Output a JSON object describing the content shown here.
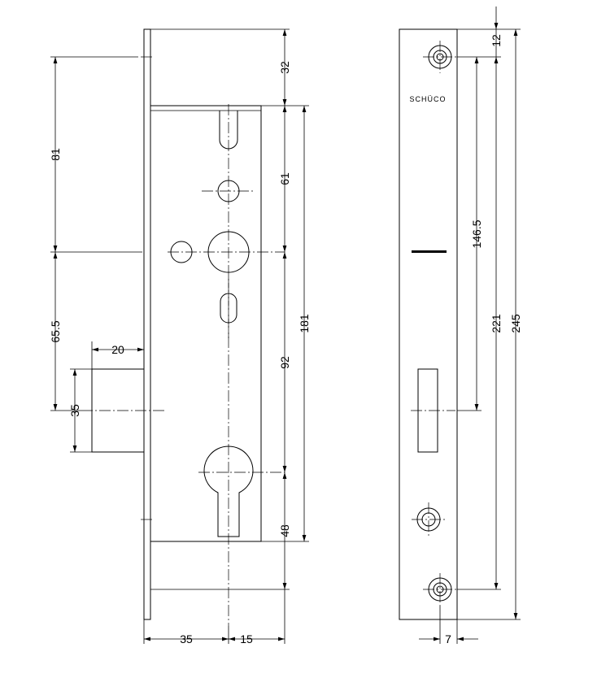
{
  "drawing": {
    "brand_mark": "SCHÜCO",
    "dimensions": {
      "d_32": "32",
      "d_81": "81",
      "d_61": "61",
      "d_181": "181",
      "d_65_5": "65.5",
      "d_20": "20",
      "d_35_vertical": "35",
      "d_92": "92",
      "d_48": "48",
      "d_35_horizontal": "35",
      "d_15": "15",
      "d_12": "12",
      "d_146_5": "146.5",
      "d_221": "221",
      "d_245": "245",
      "d_7": "7"
    }
  }
}
